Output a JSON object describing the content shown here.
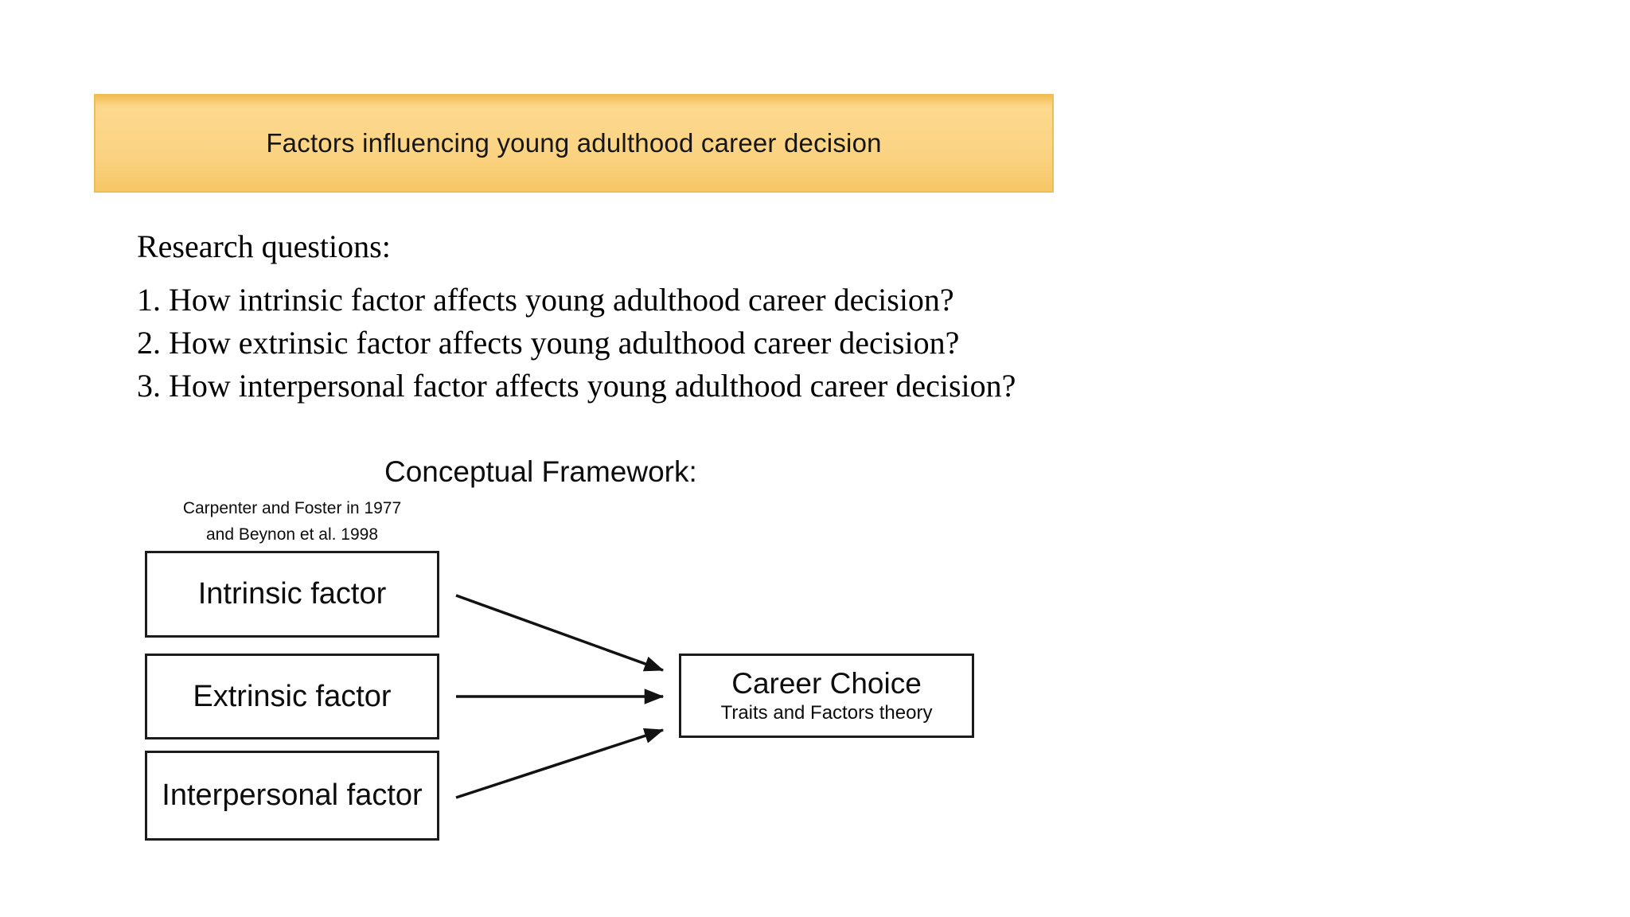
{
  "banner": {
    "title": "Factors influencing young adulthood career decision",
    "gradient_top": "#f1bd52",
    "gradient_light": "#fdd98e",
    "gradient_mid": "#fbd383",
    "gradient_bottom": "#f6c766",
    "border_color": "#ecbf55"
  },
  "research": {
    "heading": "Research questions:",
    "questions": [
      "1. How intrinsic factor affects young adulthood career decision?",
      "2. How extrinsic factor affects young adulthood career decision?",
      "3. How interpersonal factor affects young adulthood career decision?"
    ]
  },
  "framework": {
    "heading": "Conceptual Framework:",
    "citation_lines": [
      "Carpenter and Foster in 1977",
      "and Beynon et al. 1998"
    ],
    "factors": [
      "Intrinsic factor",
      "Extrinsic factor",
      "Interpersonal factor"
    ],
    "outcome": {
      "title": "Career Choice",
      "subtitle": "Traits and Factors theory"
    },
    "edges": [
      {
        "from": "Intrinsic factor",
        "to": "Career Choice"
      },
      {
        "from": "Extrinsic factor",
        "to": "Career Choice"
      },
      {
        "from": "Interpersonal factor",
        "to": "Career Choice"
      }
    ],
    "box_border_color": "#1c1c1c",
    "arrow_color": "#121212"
  }
}
